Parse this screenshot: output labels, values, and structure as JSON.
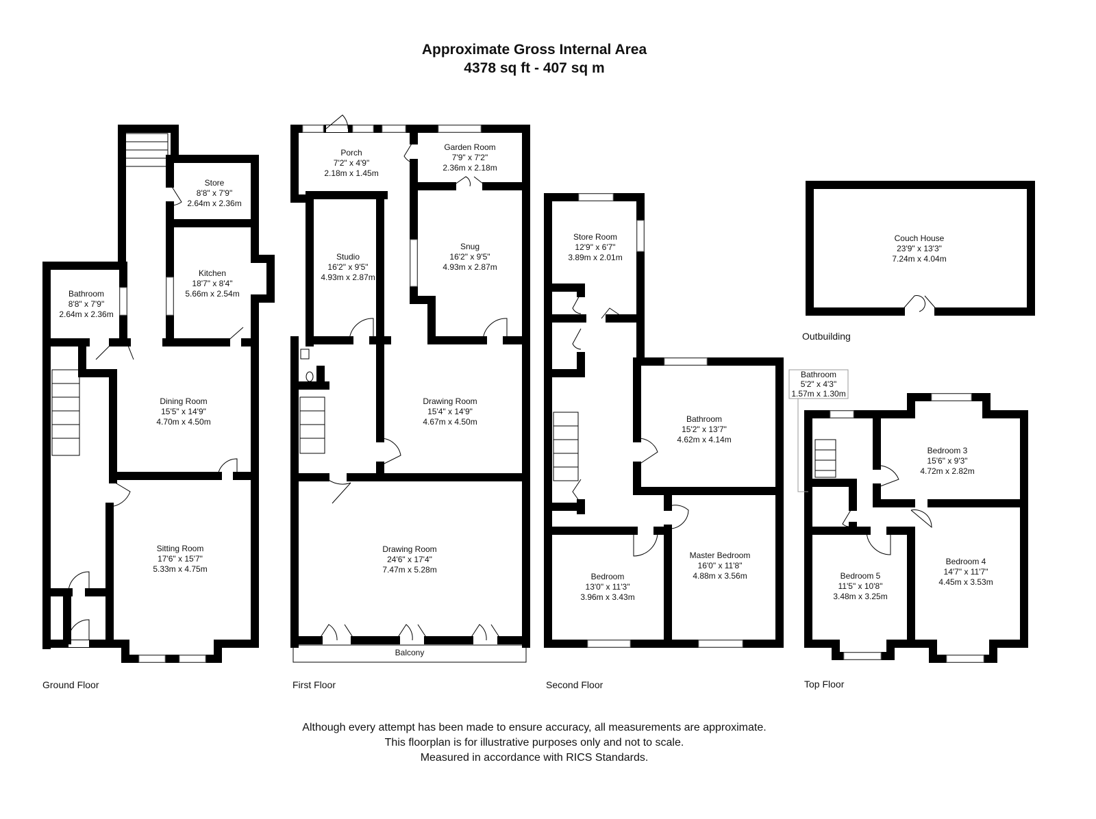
{
  "title": {
    "line1": "Approximate Gross Internal Area",
    "line2": "4378 sq ft - 407 sq m"
  },
  "floors": {
    "ground": {
      "label": "Ground Floor",
      "rooms": [
        {
          "name": "Store",
          "imperial": "8'8\" x 7'9\"",
          "metric": "2.64m x 2.36m"
        },
        {
          "name": "Kitchen",
          "imperial": "18'7\" x 8'4\"",
          "metric": "5.66m x 2.54m"
        },
        {
          "name": "Bathroom",
          "imperial": "8'8\" x 7'9\"",
          "metric": "2.64m x 2.36m"
        },
        {
          "name": "Dining Room",
          "imperial": "15'5\" x 14'9\"",
          "metric": "4.70m x 4.50m"
        },
        {
          "name": "Sitting Room",
          "imperial": "17'6\" x 15'7\"",
          "metric": "5.33m x 4.75m"
        }
      ]
    },
    "first": {
      "label": "First Floor",
      "balcony": "Balcony",
      "rooms": [
        {
          "name": "Porch",
          "imperial": "7'2\" x 4'9\"",
          "metric": "2.18m x 1.45m"
        },
        {
          "name": "Garden Room",
          "imperial": "7'9\" x 7'2\"",
          "metric": "2.36m x 2.18m"
        },
        {
          "name": "Studio",
          "imperial": "16'2\" x 9'5\"",
          "metric": "4.93m x 2.87m"
        },
        {
          "name": "Snug",
          "imperial": "16'2\" x 9'5\"",
          "metric": "4.93m x 2.87m"
        },
        {
          "name": "Drawing Room",
          "imperial": "15'4\" x 14'9\"",
          "metric": "4.67m x 4.50m"
        },
        {
          "name": "Drawing Room",
          "imperial": "24'6\" x 17'4\"",
          "metric": "7.47m x 5.28m"
        }
      ]
    },
    "second": {
      "label": "Second Floor",
      "rooms": [
        {
          "name": "Store Room",
          "imperial": "12'9\" x 6'7\"",
          "metric": "3.89m x 2.01m"
        },
        {
          "name": "Bathroom",
          "imperial": "15'2\" x 13'7\"",
          "metric": "4.62m x 4.14m"
        },
        {
          "name": "Bedroom",
          "imperial": "13'0\" x 11'3\"",
          "metric": "3.96m x 3.43m"
        },
        {
          "name": "Master Bedroom",
          "imperial": "16'0\" x 11'8\"",
          "metric": "4.88m x 3.56m"
        }
      ]
    },
    "outbuilding": {
      "label": "Outbuilding",
      "rooms": [
        {
          "name": "Couch House",
          "imperial": "23'9\" x 13'3\"",
          "metric": "7.24m x 4.04m"
        }
      ]
    },
    "top": {
      "label": "Top Floor",
      "rooms": [
        {
          "name": "Bathroom",
          "imperial": "5'2\" x 4'3\"",
          "metric": "1.57m x 1.30m"
        },
        {
          "name": "Bedroom 3",
          "imperial": "15'6\" x 9'3\"",
          "metric": "4.72m x 2.82m"
        },
        {
          "name": "Bedroom 5",
          "imperial": "11'5\" x 10'8\"",
          "metric": "3.48m x 3.25m"
        },
        {
          "name": "Bedroom 4",
          "imperial": "14'7\" x 11'7\"",
          "metric": "4.45m x 3.53m"
        }
      ]
    }
  },
  "disclaimer": {
    "line1": "Although every attempt has been made to ensure accuracy, all measurements are approximate.",
    "line2": "This floorplan is for illustrative purposes only and not to scale.",
    "line3": "Measured in accordance with RICS Standards."
  }
}
